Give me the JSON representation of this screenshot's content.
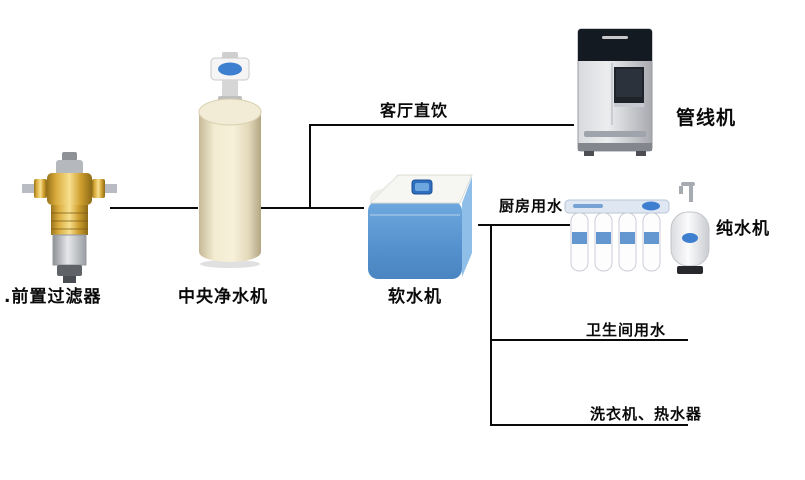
{
  "diagram": {
    "devices": [
      {
        "id": "prefilter",
        "label": ".前置过滤器",
        "icon": "prefilter-icon"
      },
      {
        "id": "central-purifier",
        "label": "中央净水机",
        "icon": "central-purifier-icon"
      },
      {
        "id": "softener",
        "label": "软水机",
        "icon": "softener-icon"
      },
      {
        "id": "pipeline-machine",
        "label": "管线机",
        "icon": "pipeline-machine-icon"
      },
      {
        "id": "pure-water-machine",
        "label": "纯水机",
        "icon": "pure-water-machine-icon"
      }
    ],
    "outlets": [
      {
        "id": "living-room",
        "label": "客厅直饮"
      },
      {
        "id": "kitchen",
        "label": "厨房用水"
      },
      {
        "id": "bathroom",
        "label": "卫生间用水"
      },
      {
        "id": "laundry",
        "label": "洗衣机、热水器"
      }
    ],
    "colors": {
      "pipe_line": "#0a0a0a",
      "softener_body": "#5b9bd5",
      "tank_body": "#f0e7cc",
      "prefilter_brass": "#c79a3b",
      "dispenser_top": "#141a22",
      "logo_blue": "#3f7fd0",
      "background": "#ffffff"
    }
  }
}
